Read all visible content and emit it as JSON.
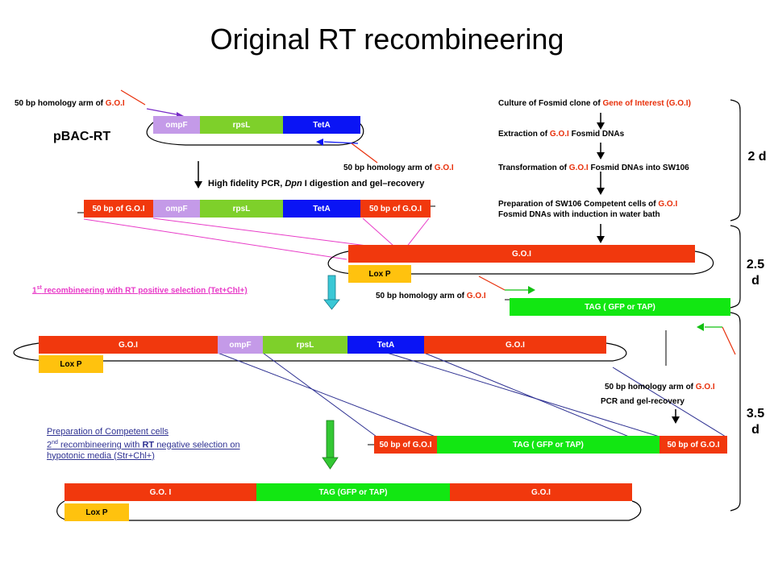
{
  "title": "Original RT recombineering",
  "labels": {
    "pbac_rt": "pBAC-RT",
    "homology_prefix": "50 bp homology arm of",
    "goi": "G.O.I",
    "pcr_step_a": "High fidelity PCR,",
    "pcr_step_dpn": "Dpn",
    "pcr_step_b": "I  digestion and gel–recovery",
    "first_recomb_sup": "st",
    "first_recomb_num": "1",
    "first_recomb_text": " recombineering with RT positive selection (Tet+Chl+)",
    "prep_line1": "Preparation of Competent cells",
    "prep_line2_num": "2",
    "prep_line2_sup": "nd",
    "prep_line2_a": " recombineering with  ",
    "prep_line2_rt": "RT",
    "prep_line2_b": " negative selection on",
    "prep_line3": "hypotonic  media (Str+Chl+)",
    "pcr_gel": "PCR  and gel-recovery"
  },
  "segments": {
    "ompf": "ompF",
    "rpsl": "rpsL",
    "teta": "TetA",
    "bp50_goi_prefix": "50 bp of",
    "goi": "G.O.I",
    "goi_spaced": "G.O. I",
    "lox_p": "Lox P",
    "tag": "TAG ( GFP or TAP)",
    "tag2": "TAG (GFP or TAP)"
  },
  "steps": {
    "step1_a": "Culture of Fosmid clone of ",
    "step1_b": "Gene of Interest (G.O.I)",
    "step2_a": "Extraction of ",
    "step2_b": "G.O.I",
    "step2_c": " Fosmid  DNAs",
    "step3_a": "Transformation of ",
    "step3_b": "G.O.I",
    "step3_c": " Fosmid DNAs into SW106",
    "step4_a": "Preparation of  SW106 Competent  cells of ",
    "step4_b": "G.O.I",
    "step4_c": "Fosmid DNAs with induction  in water bath"
  },
  "durations": {
    "d1": "2 d",
    "d2_a": "2.5",
    "d2_b": "d",
    "d3_a": "3.5",
    "d3_b": "d"
  },
  "colors": {
    "red": "#f1380d",
    "purple": "#c49ae8",
    "green": "#7ed02a",
    "blue": "#0a14f5",
    "tag_green": "#12e712",
    "lox": "#ffc20e",
    "pink_line": "#e83cc8",
    "navy_line": "#2e3192"
  }
}
